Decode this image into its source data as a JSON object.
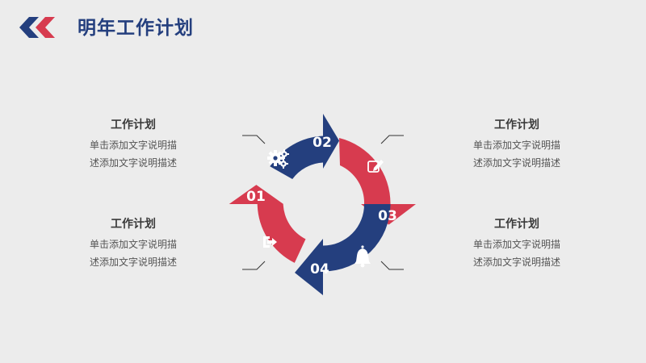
{
  "header": {
    "title": "明年工作计划",
    "accent_colors": {
      "red": "#d73b4f",
      "navy": "#243f7e"
    }
  },
  "blocks": {
    "left_top": {
      "title": "工作计划",
      "line1": "单击添加文字说明描",
      "line2": "述添加文字说明描述"
    },
    "left_bottom": {
      "title": "工作计划",
      "line1": "单击添加文字说明描",
      "line2": "述添加文字说明描述"
    },
    "right_top": {
      "title": "工作计划",
      "line1": "单击添加文字说明描",
      "line2": "述添加文字说明描述"
    },
    "right_bottom": {
      "title": "工作计划",
      "line1": "单击添加文字说明描",
      "line2": "述添加文字说明描述"
    }
  },
  "cycle": {
    "steps": [
      {
        "number": "01",
        "icon": "exit-icon",
        "color": "#d73b4f"
      },
      {
        "number": "02",
        "icon": "gears-icon",
        "color": "#243f7e"
      },
      {
        "number": "03",
        "icon": "edit-icon",
        "color": "#d73b4f"
      },
      {
        "number": "04",
        "icon": "bell-icon",
        "color": "#243f7e"
      }
    ]
  }
}
